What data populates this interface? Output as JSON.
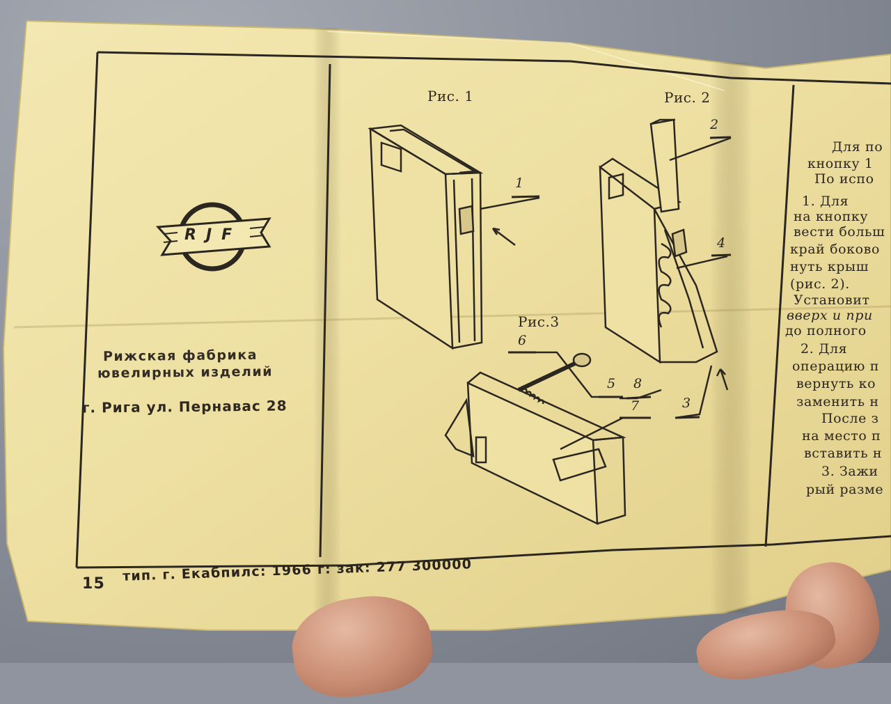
{
  "figures": {
    "fig1_label": "Рис. 1",
    "fig2_label": "Рис. 2",
    "fig3_label": "Рис.3"
  },
  "callouts": {
    "n1": "1",
    "n2": "2",
    "n3": "3",
    "n4": "4",
    "n5": "5",
    "n6": "6",
    "n7": "7",
    "n8": "8"
  },
  "logo": {
    "letters": "RJF"
  },
  "factory": {
    "line1": "Рижская фабрика",
    "line2": "ювелирных изделий",
    "address": "г. Рига ул.  Пернавас 28"
  },
  "imprint": {
    "count": "15",
    "text": "тип. г.  Екабпилс: 1966 г: зак: 277 300000"
  },
  "instructions": {
    "lines": [
      "Для по",
      "кнопку 1",
      "По испо",
      "1. Для",
      "на кнопку",
      "вести больш",
      "край боково",
      "нуть  крыш",
      "(рис. 2).",
      "Установит",
      "вверх и при",
      "до полного",
      "2. Для",
      "операцию п",
      "вернуть ко",
      "заменить н",
      "После з",
      "на место п",
      "вставить н",
      "3. Зажи",
      "рый разме"
    ]
  },
  "colors": {
    "paper": "#efe2a6",
    "ink": "#2b2620",
    "background": "#8f949e",
    "skin": "#c98d73"
  }
}
